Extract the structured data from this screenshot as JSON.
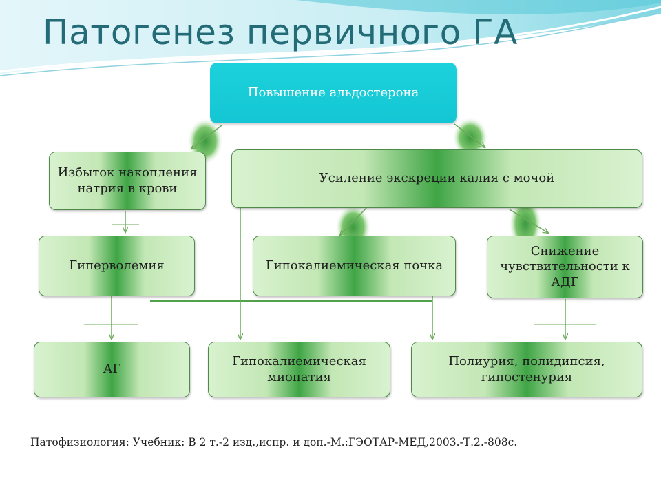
{
  "slide": {
    "title": "Патогенез первичного ГА",
    "nodes": {
      "aldosterone": "Повышение альдостерона",
      "sodium_excess": "Избыток накопления натрия в крови",
      "potassium_excretion": "Усиление экскреции калия с мочой",
      "hypervolemia": "Гиперволемия",
      "hypokalemic_kidney": "Гипокалиемическая почка",
      "adh_sensitivity": "Снижение чувствительности к АДГ",
      "ag": "АГ",
      "hypokalemic_myopathy": "Гипокалиемическая миопатия",
      "polyuria": "Полиурия, полидипсия, гипостенурия"
    },
    "source": "Патофизиология: Учебник: В 2 т.-2 изд.,испр. и доп.-М.:ГЭОТАР-МЕД,2003.-Т.2.-808с."
  },
  "colors": {
    "title": "#236b76",
    "top_box": "#14c6d3",
    "box_green_light": "#d8f2cf",
    "box_green_dark": "#3fa545",
    "line": "#6aaa58"
  }
}
